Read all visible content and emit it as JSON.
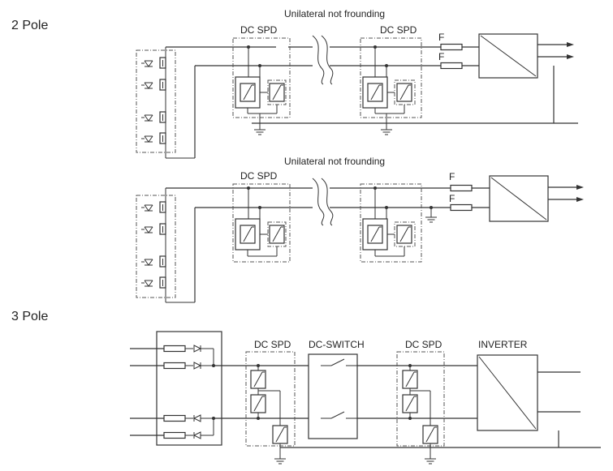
{
  "sections": {
    "two_pole": "2 Pole",
    "three_pole": "3 Pole"
  },
  "top": {
    "caption": "Unilateral not frounding",
    "spd_left": "DC SPD",
    "spd_right": "DC SPD",
    "fuse_1": "F",
    "fuse_2": "F"
  },
  "middle": {
    "caption": "Unilateral not frounding",
    "spd_left": "DC SPD",
    "fuse_1": "F",
    "fuse_2": "F"
  },
  "bottom": {
    "spd_left": "DC SPD",
    "switch": "DC-SWITCH",
    "spd_right": "DC SPD",
    "inverter": "INVERTER"
  },
  "icons": {
    "ground": "ground-icon",
    "varistor": "varistor-icon",
    "diode": "diode-icon",
    "fuse": "fuse-icon",
    "break": "line-break-icon",
    "arrow": "arrow-right-icon"
  }
}
